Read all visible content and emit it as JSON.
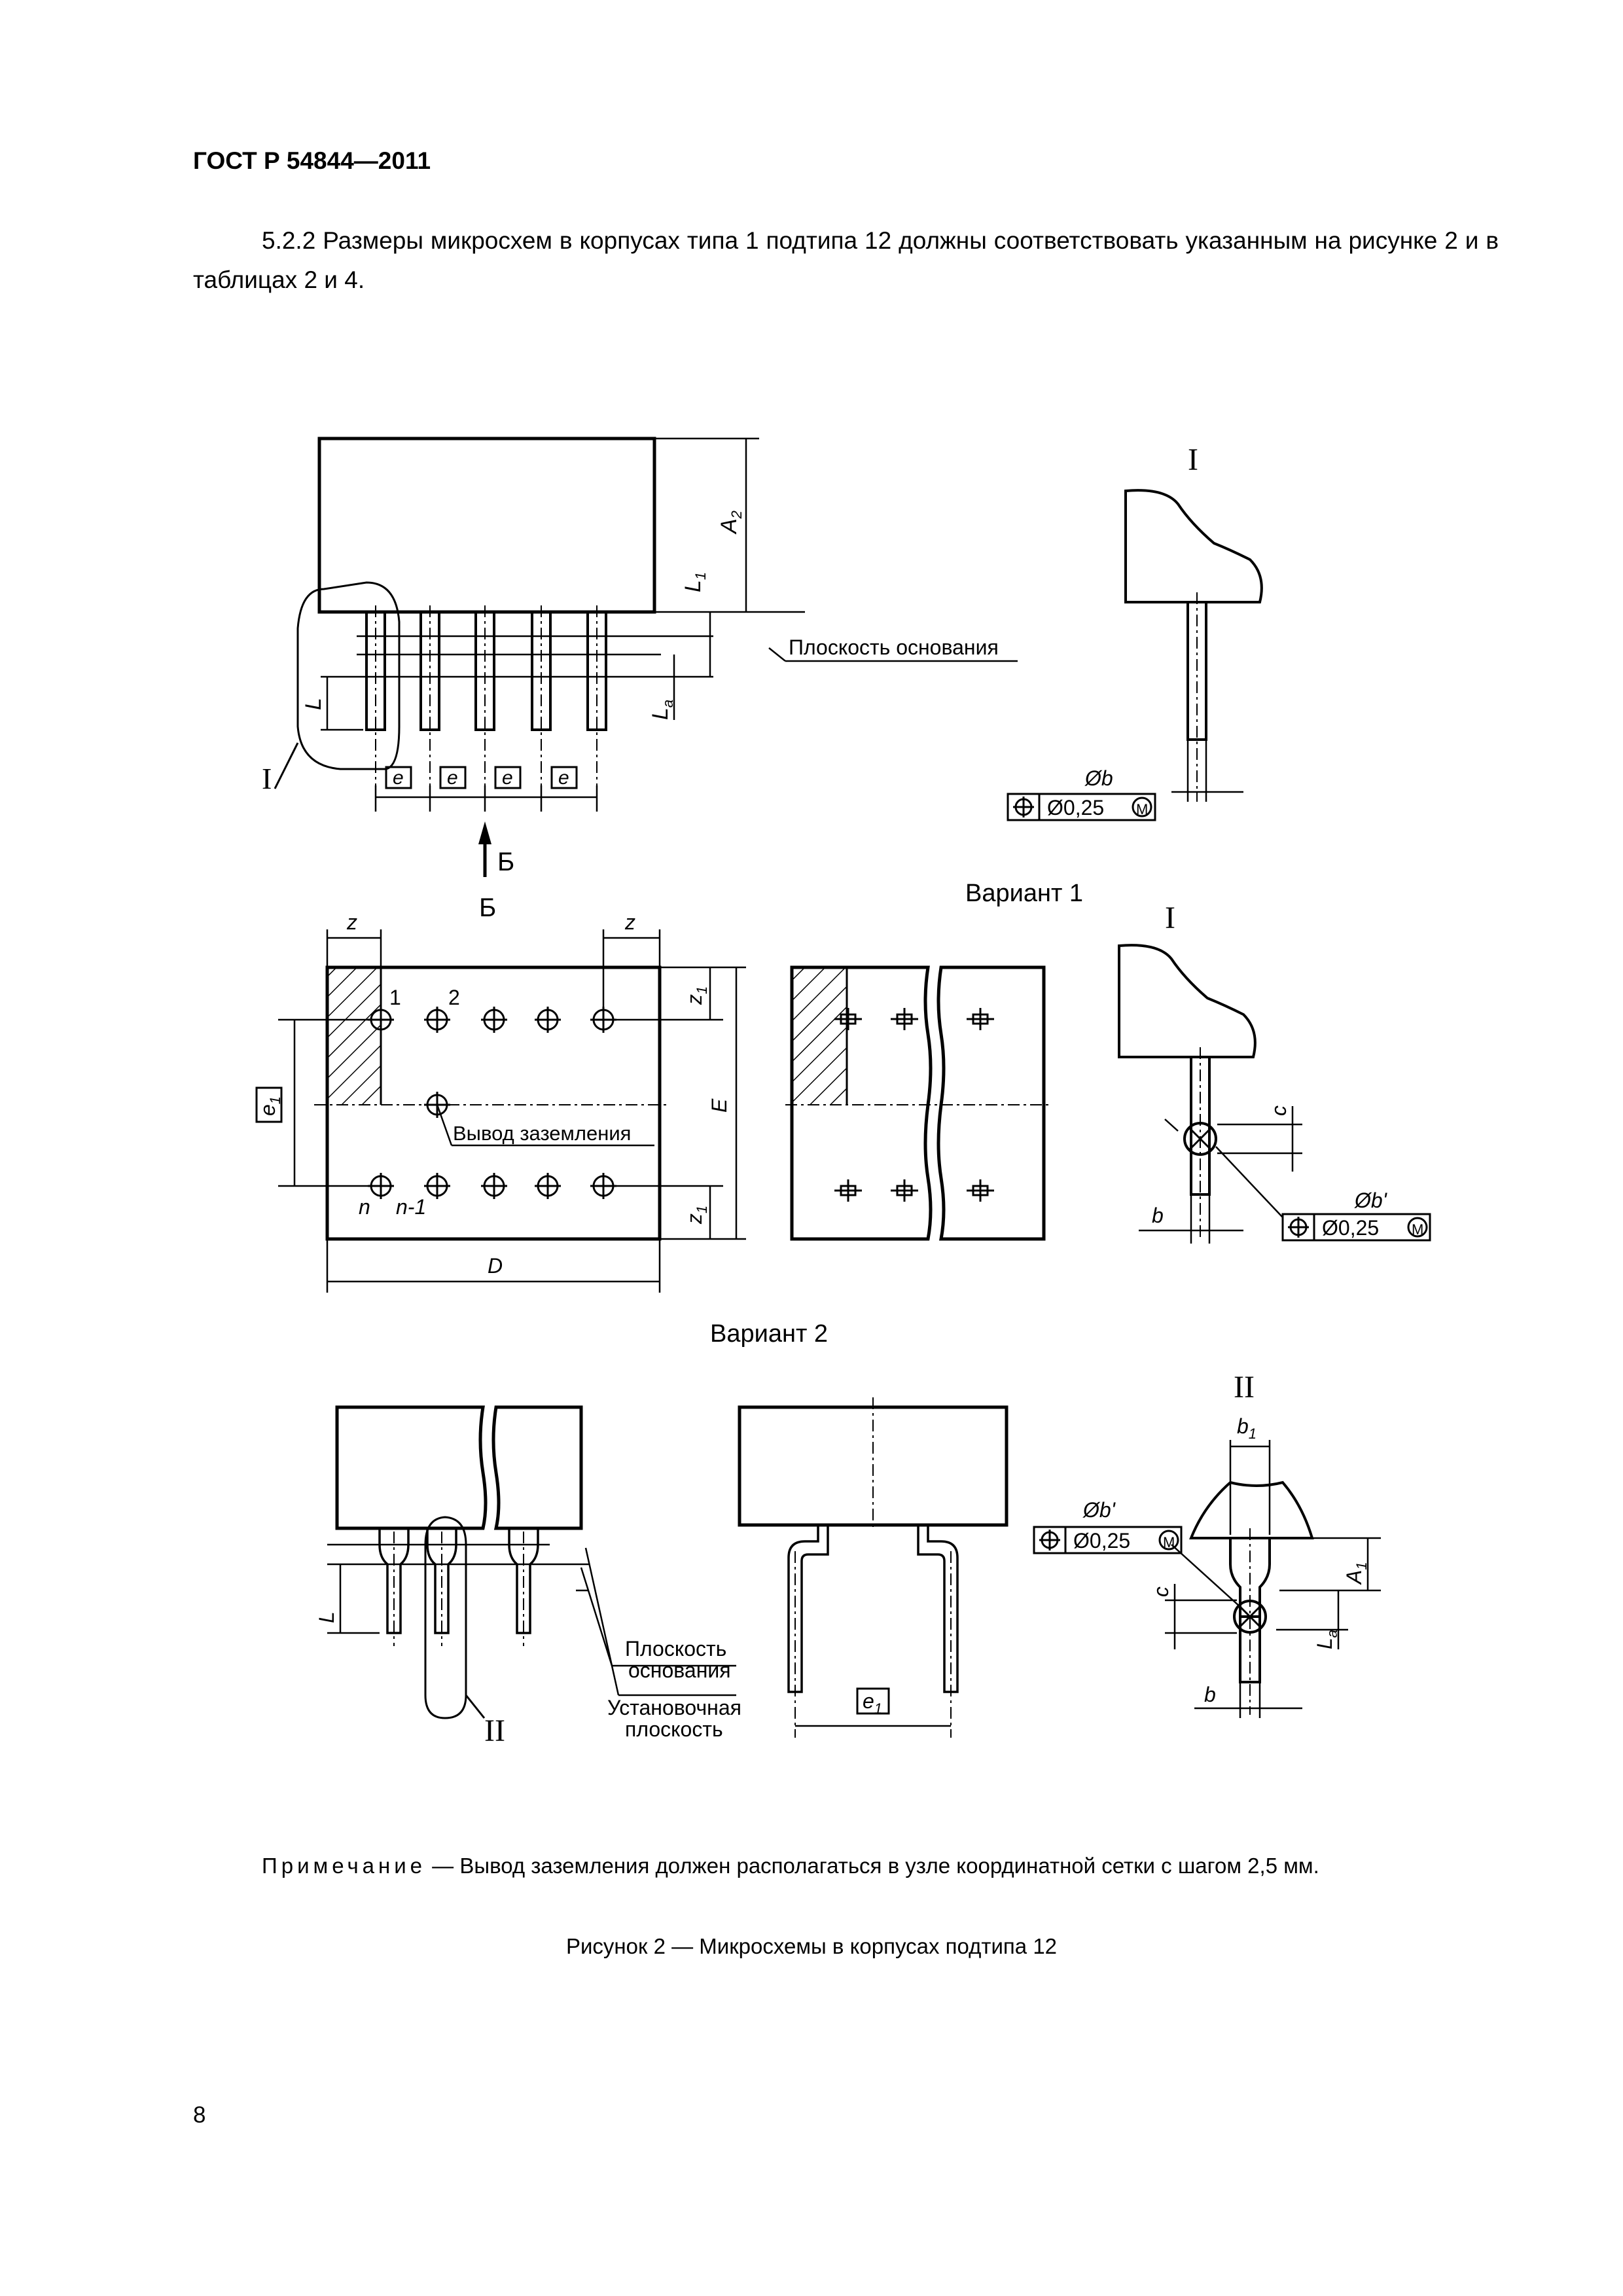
{
  "header": {
    "standard": "ГОСТ Р 54844—2011"
  },
  "paragraph": "5.2.2 Размеры микросхем в корпусах типа 1 подтипа 12 должны соответствовать указанным на рисунке 2 и в таблицах 2 и 4.",
  "figure": {
    "labels": {
      "detail_I": "I",
      "detail_II": "II",
      "A2": "A",
      "A2_sub": "2",
      "L1": "L",
      "L1_sub": "1",
      "L": "L",
      "La": "L",
      "La_sub": "a",
      "e": "e",
      "base_plane": "Плоскость основания",
      "view_B": "Б",
      "dia_b": "Øb",
      "dia_b_prime": "Øb'",
      "tolerance": "Ø0,25",
      "modifier_M": "M",
      "variant_1": "Вариант 1",
      "variant_2": "Вариант 2",
      "z": "z",
      "z1": "z",
      "z1_sub": "1",
      "pin_1": "1",
      "pin_2": "2",
      "pin_n": "n",
      "pin_n1": "n-1",
      "e1": "e",
      "e1_sub": "1",
      "E": "E",
      "D": "D",
      "ground_pin": "Вывод заземления",
      "c": "c",
      "b": "b",
      "b1": "b",
      "b1_sub": "1",
      "A1": "A",
      "A1_sub": "1",
      "base_plane_l1": "Плоскость",
      "base_plane_l2": "основания",
      "mount_plane_l1": "Установочная",
      "mount_plane_l2": "плоскость"
    }
  },
  "note": {
    "label": "Примечание",
    "text": " — Вывод заземления должен располагаться в узле координатной сетки с шагом 2,5 мм."
  },
  "caption": "Рисунок 2 — Микросхемы в корпусах подтипа 12",
  "page_number": "8"
}
